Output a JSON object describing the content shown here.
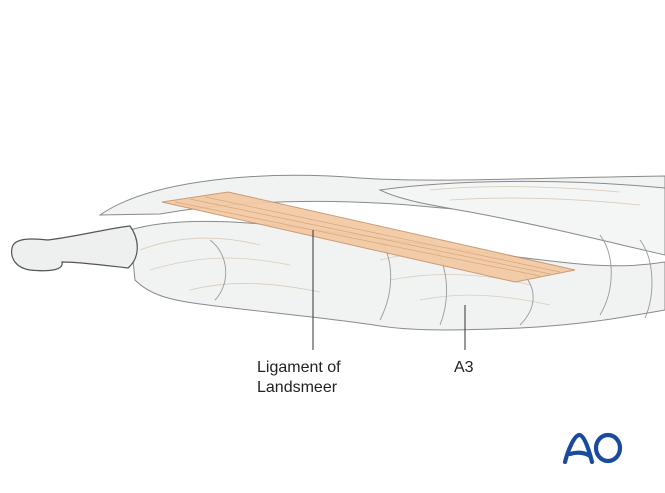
{
  "figure": {
    "subject": "Finger lateral view, extensor apparatus",
    "labels": [
      {
        "id": "landsmeer",
        "lines": [
          "Ligament of",
          "Landsmeer"
        ]
      },
      {
        "id": "a3",
        "lines": [
          "A3"
        ]
      }
    ],
    "logo": {
      "text": "AO",
      "color": "#1a4aa0"
    },
    "colors": {
      "ligament_fill": "#f3c9a2",
      "ligament_stroke": "#c9946a",
      "tissue_fill": "#f1f2f2",
      "tissue_stroke": "#8a8a8a",
      "fiber": "#d8cdb8",
      "leader": "#333333",
      "background": "#ffffff"
    }
  }
}
